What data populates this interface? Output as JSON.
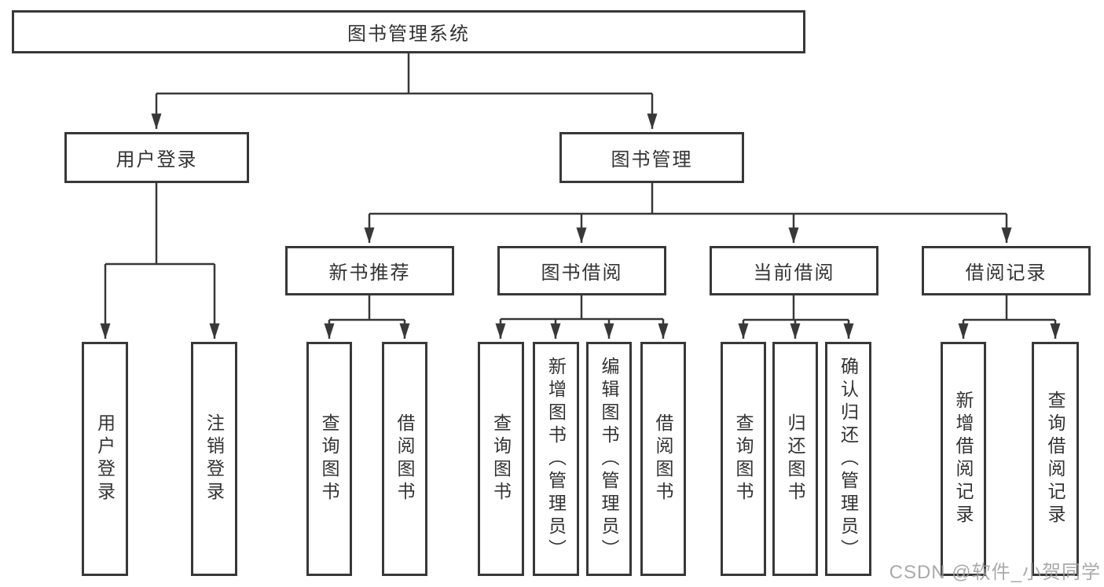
{
  "tree": {
    "label": "图书管理系统",
    "children": [
      {
        "label": "用户登录",
        "children": [
          {
            "label": "用户登录"
          },
          {
            "label": "注销登录"
          }
        ]
      },
      {
        "label": "图书管理",
        "children": [
          {
            "label": "新书推荐",
            "children": [
              {
                "label": "查询图书"
              },
              {
                "label": "借阅图书"
              }
            ]
          },
          {
            "label": "图书借阅",
            "children": [
              {
                "label": "查询图书"
              },
              {
                "label": "新增图书（管理员）"
              },
              {
                "label": "编辑图书（管理员）"
              },
              {
                "label": "借阅图书"
              }
            ]
          },
          {
            "label": "当前借阅",
            "children": [
              {
                "label": "查询图书"
              },
              {
                "label": "归还图书"
              },
              {
                "label": "确认归还（管理员）"
              }
            ]
          },
          {
            "label": "借阅记录",
            "children": [
              {
                "label": "新增借阅记录"
              },
              {
                "label": "查询借阅记录"
              }
            ]
          }
        ]
      }
    ]
  },
  "watermark": "CSDN @软件_小贺同学",
  "colors": {
    "line": "#383838",
    "text": "#333333",
    "watermark": "#9b9b9b",
    "background": "#ffffff"
  }
}
